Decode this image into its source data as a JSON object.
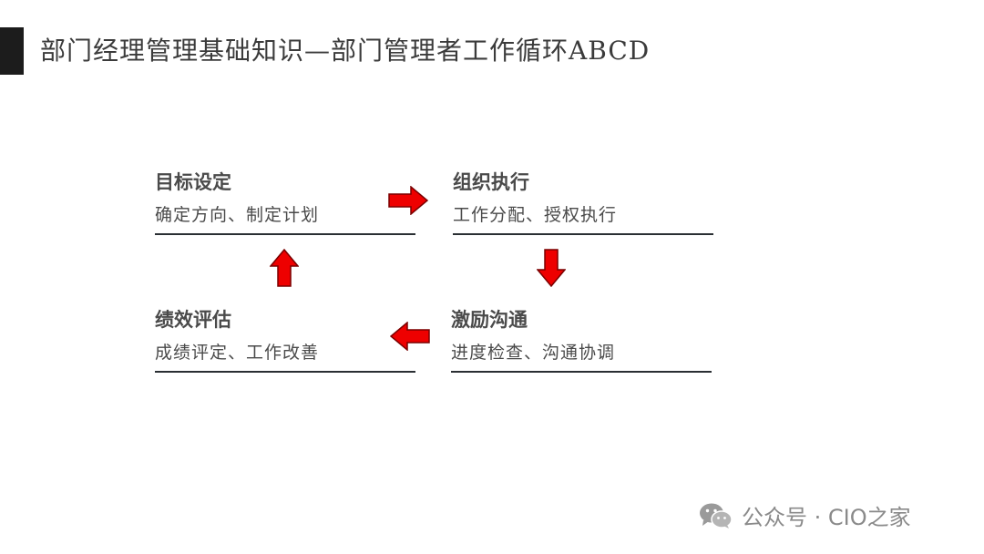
{
  "slide": {
    "title": "部门经理管理基础知识—部门管理者工作循环ABCD"
  },
  "steps": [
    {
      "title": "目标设定",
      "subtitle": "确定方向、制定计划"
    },
    {
      "title": "组织执行",
      "subtitle": "工作分配、授权执行"
    },
    {
      "title": "激励沟通",
      "subtitle": "进度检查、沟通协调"
    },
    {
      "title": "绩效评估",
      "subtitle": "成绩评定、工作改善"
    }
  ],
  "colors": {
    "arrow": "#ee0000",
    "arrow_outline": "#7a0000",
    "text": "#4a4a4a",
    "underline": "#2a2f33"
  },
  "watermark": {
    "text": "公众号 · CIO之家",
    "icon": "wechat-icon"
  }
}
